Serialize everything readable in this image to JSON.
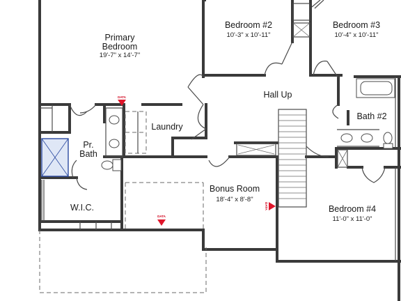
{
  "rooms": {
    "primary_bedroom": {
      "name_line1": "Primary",
      "name_line2": "Bedroom",
      "dims": "19'-7\" x 14'-7\""
    },
    "bedroom2": {
      "name": "Bedroom #2",
      "dims": "10'-3\" x 10'-11\""
    },
    "bedroom3": {
      "name": "Bedroom #3",
      "dims": "10'-4\" x 10'-11\""
    },
    "hall": {
      "name": "Hall Up"
    },
    "laundry": {
      "name": "Laundry"
    },
    "pr_bath": {
      "name_line1": "Pr.",
      "name_line2": "Bath"
    },
    "bath2": {
      "name": "Bath #2"
    },
    "wic": {
      "name": "W.I.C."
    },
    "bonus": {
      "name": "Bonus Room",
      "dims": "18'-4\" x 8'-8\""
    },
    "bedroom4": {
      "name": "Bedroom #4",
      "dims": "11'-0\" x 11'-0\""
    }
  },
  "markers": {
    "data_label": "DATA"
  },
  "colors": {
    "wall": "#3a3a3a",
    "marker": "#e0162b",
    "shower": "#2b4aa0"
  }
}
